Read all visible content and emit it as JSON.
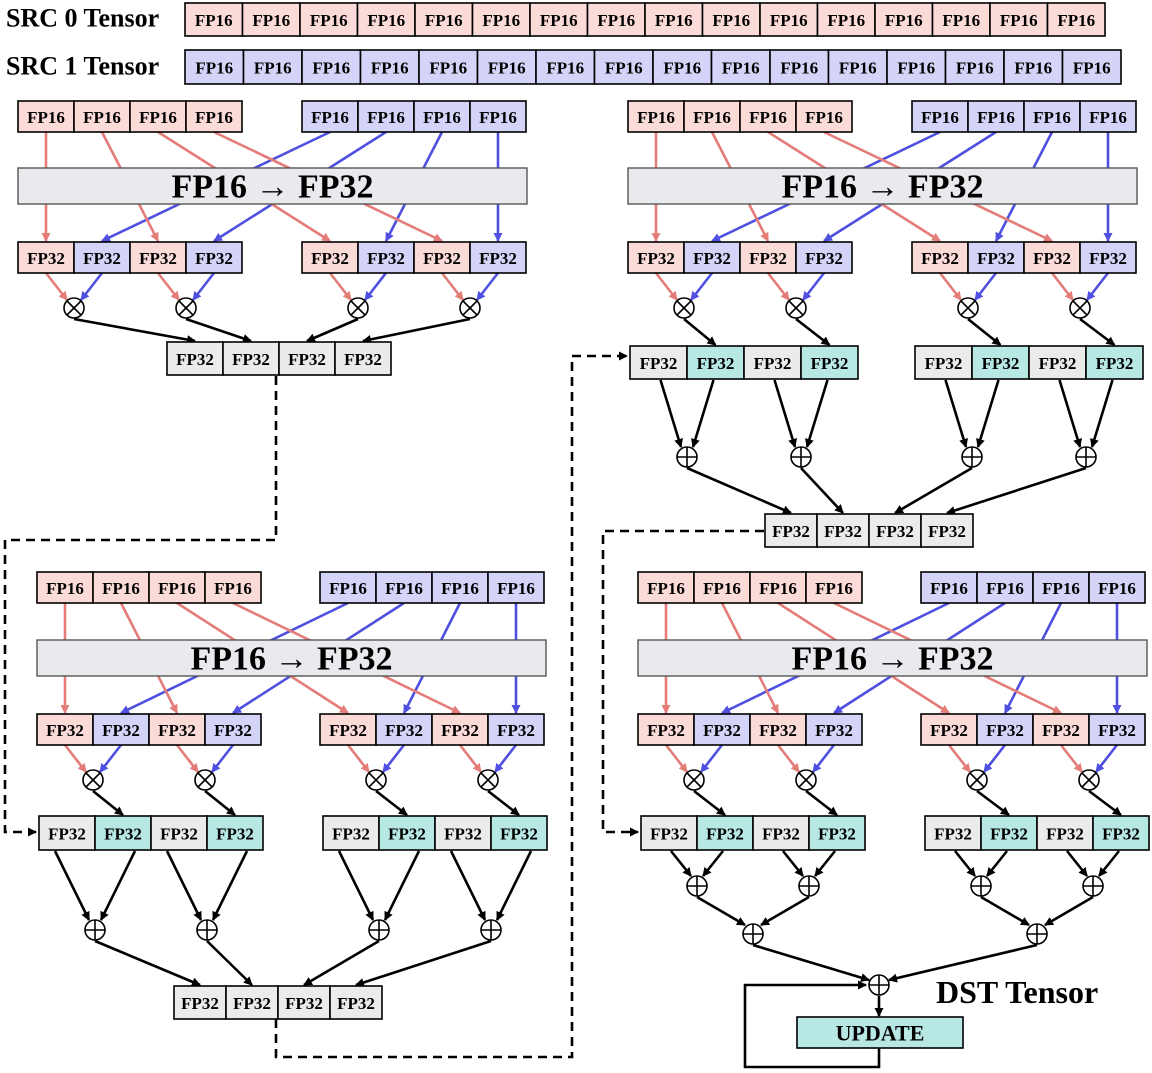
{
  "labels": {
    "src0": "SRC 0 Tensor",
    "src1": "SRC 1 Tensor",
    "dst": "DST Tensor",
    "update": "UPDATE",
    "convert": "FP16 → FP32",
    "fp16": "FP16",
    "fp32": "FP32"
  },
  "colors": {
    "src0_fill": "#fadbd8",
    "src1_fill": "#d4d4f8",
    "acc_fill": "#b8e8e4",
    "neutral_fill": "#ebebeb",
    "bar_fill": "#e8eaed",
    "update_fill": "#b8e8e4",
    "red_arrow": "#e47c78",
    "blue_arrow": "#4f4fe0",
    "black_arrow": "#000000"
  },
  "tensor_lanes": 16,
  "operators": {
    "multiply": "⊗",
    "add": "⊕"
  }
}
